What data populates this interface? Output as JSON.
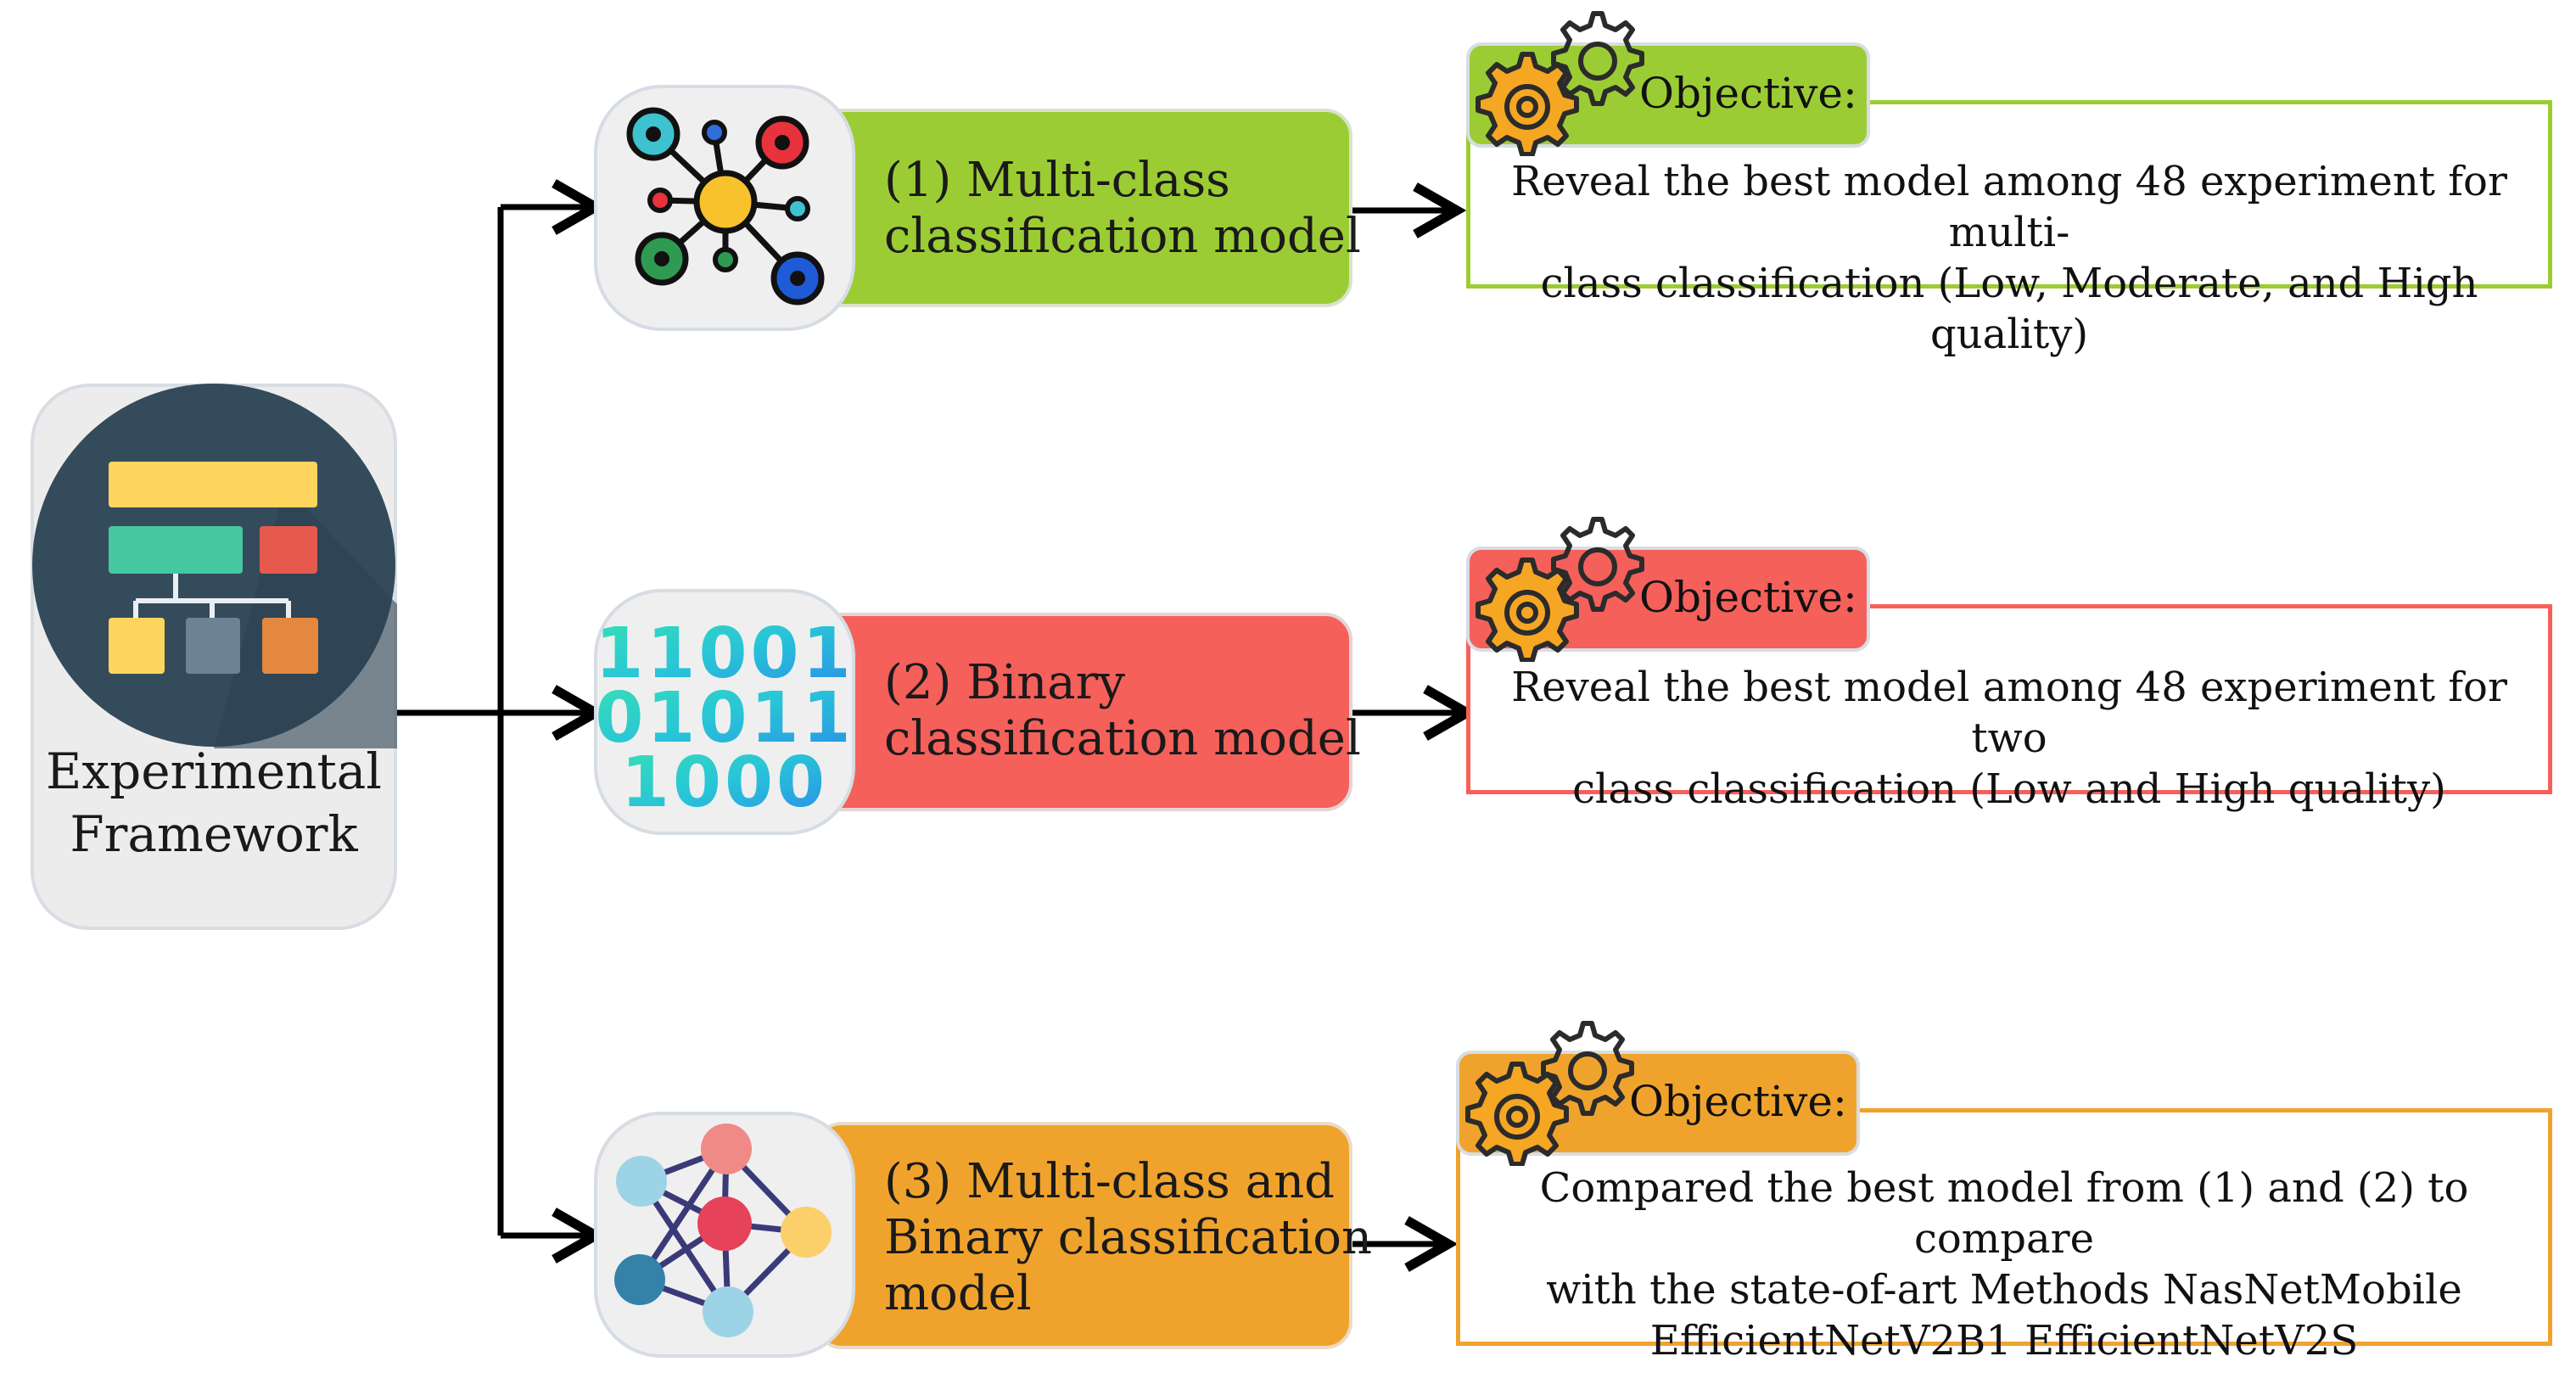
{
  "framework": {
    "title_line1": "Experimental",
    "title_line2": "Framework"
  },
  "models": [
    {
      "line1": "(1) Multi-class",
      "line2": "classification model",
      "line3": "",
      "color": "#9ccc34",
      "objective_label": "Objective:",
      "objective_lines": [
        "Reveal the best model among 48 experiment for multi-",
        "class classification (Low, Moderate, and High quality)"
      ]
    },
    {
      "line1": "(2) Binary",
      "line2": "classification model",
      "line3": "",
      "color": "#f5605a",
      "objective_label": "Objective:",
      "objective_lines": [
        "Reveal the best model among 48 experiment for two",
        "class classification (Low and High quality)"
      ]
    },
    {
      "line1": "(3) Multi-class and",
      "line2": "Binary classification",
      "line3": "model",
      "color": "#f0a32c",
      "objective_label": "Objective:",
      "objective_lines": [
        "Compared the best model from (1) and (2) to compare",
        "with the state-of-art Methods NasNetMobile",
        "EfficientNetV2B1 EfficientNetV2S"
      ]
    }
  ],
  "binary_icon": {
    "row1": "11001",
    "row2": "01011",
    "row3": "1000"
  }
}
